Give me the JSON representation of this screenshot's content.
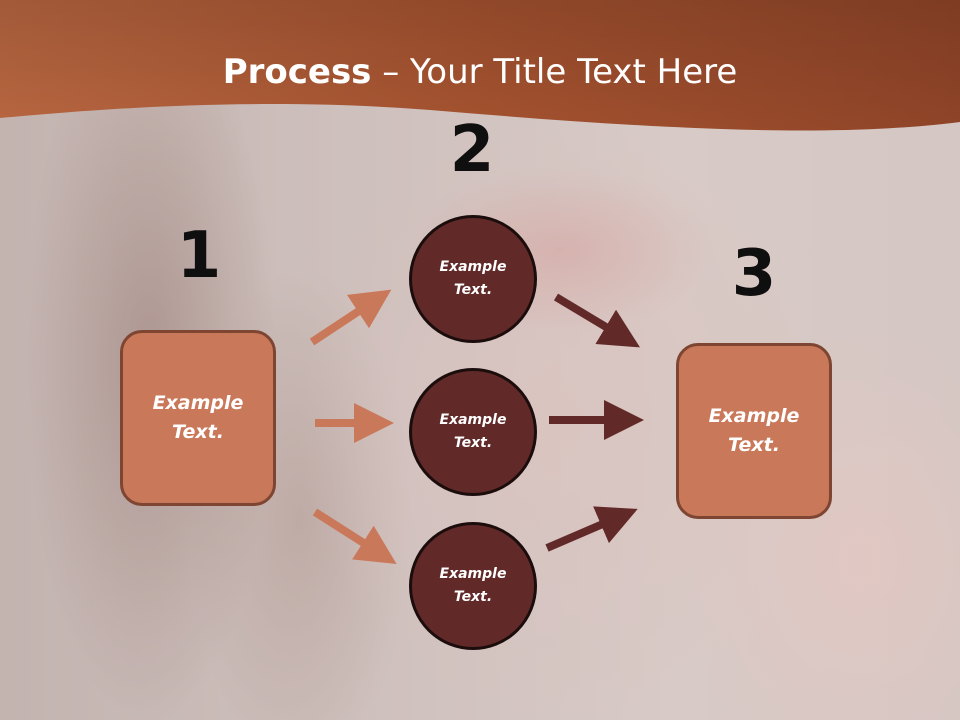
{
  "title": {
    "bold": "Process",
    "rest": " – Your Title Text Here"
  },
  "steps": [
    {
      "number": "1",
      "text": "Example Text."
    },
    {
      "number": "2",
      "text": "Example Text."
    },
    {
      "number": "3",
      "text": "Example Text."
    }
  ],
  "middle": [
    {
      "text": "Example Text."
    },
    {
      "text": "Example Text."
    },
    {
      "text": "Example Text."
    }
  ],
  "colors": {
    "header": "#b25a33",
    "box_fill": "#c9785a",
    "circle_fill": "#612a29",
    "arrow_light": "#c9785a",
    "arrow_dark": "#612a29"
  }
}
